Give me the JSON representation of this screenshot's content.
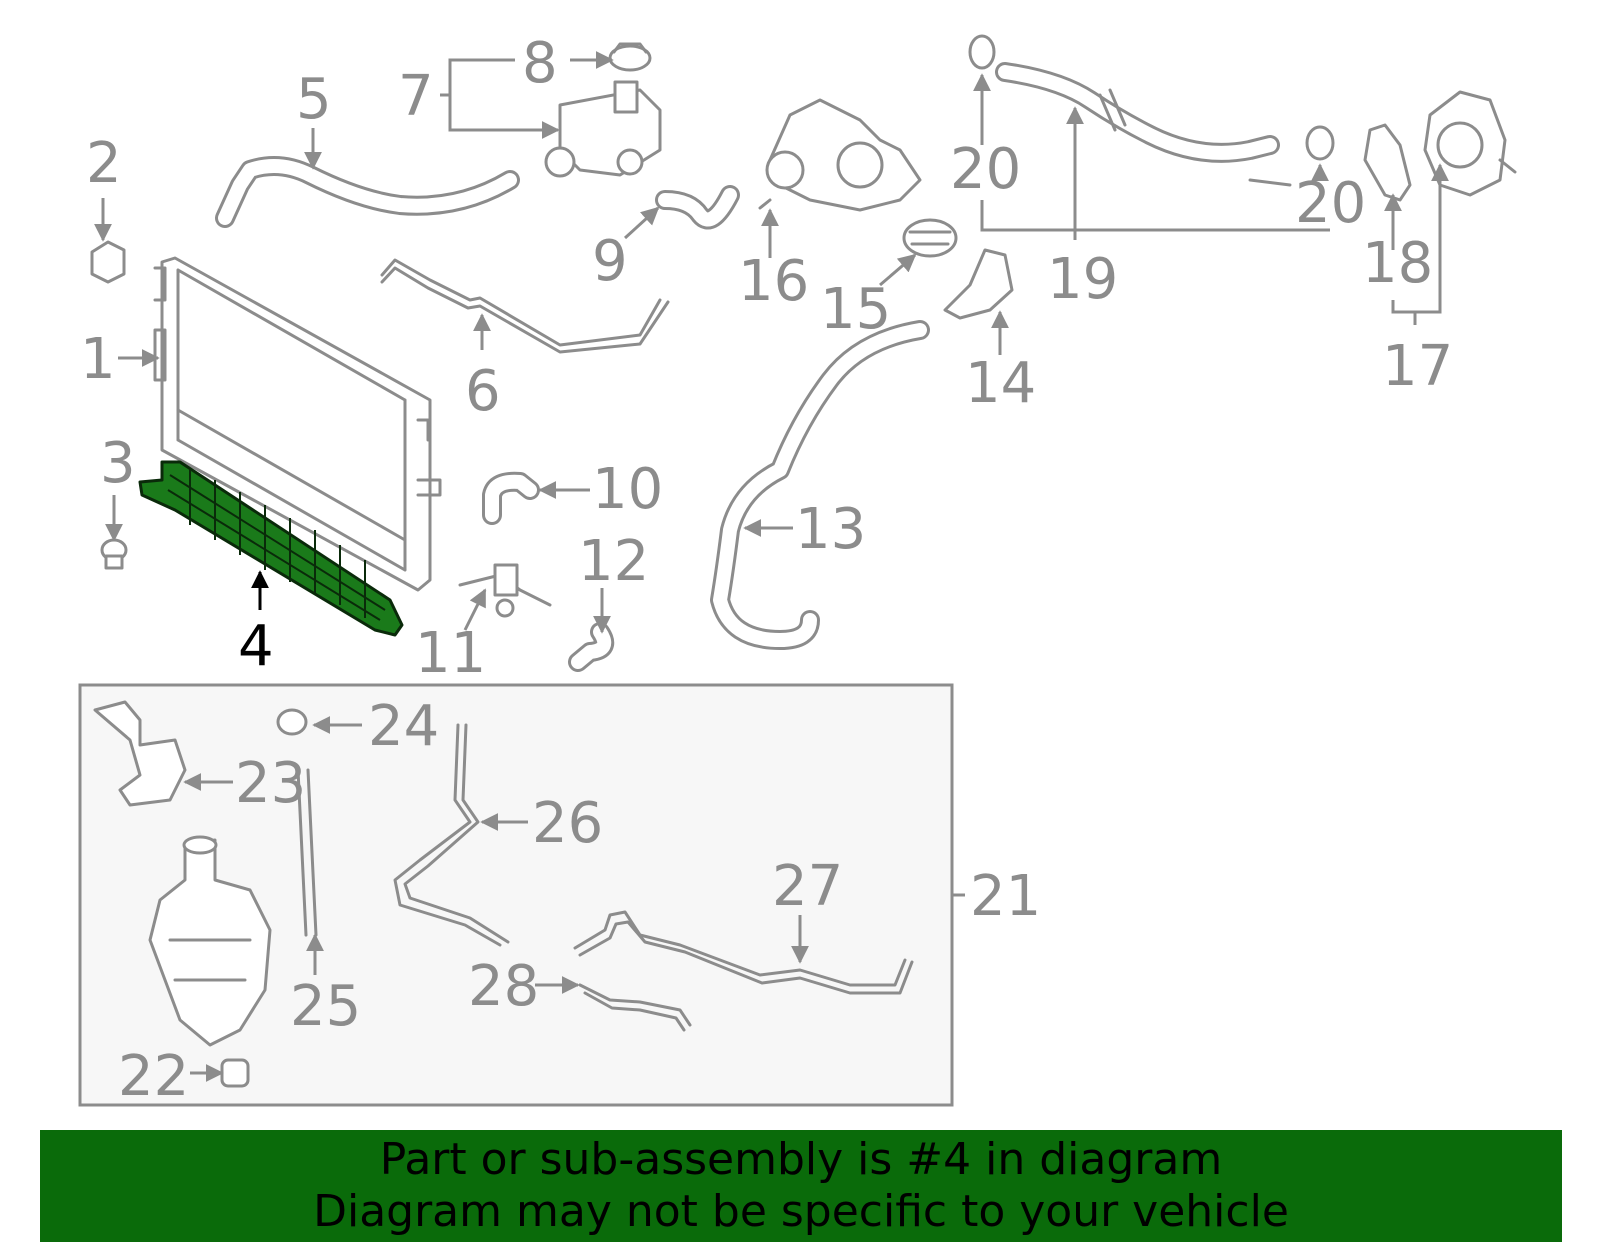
{
  "callouts": {
    "c1": "1",
    "c2": "2",
    "c3": "3",
    "c4": "4",
    "c5": "5",
    "c6": "6",
    "c7": "7",
    "c8": "8",
    "c9": "9",
    "c10": "10",
    "c11": "11",
    "c12": "12",
    "c13": "13",
    "c14": "14",
    "c15": "15",
    "c16": "16",
    "c17": "17",
    "c18": "18",
    "c19": "19",
    "c20a": "20",
    "c20b": "20",
    "c21": "21",
    "c22": "22",
    "c23": "23",
    "c24": "24",
    "c25": "25",
    "c26": "26",
    "c27": "27",
    "c28": "28"
  },
  "banner": {
    "line1": "Part or sub-assembly is #4 in diagram",
    "line2": "Diagram may not be specific to your vehicle"
  },
  "colors": {
    "highlight_part": "#1a7a1a",
    "banner_background": "#0a6b0a",
    "outline": "#8c8c8c"
  },
  "highlighted_part": "4"
}
